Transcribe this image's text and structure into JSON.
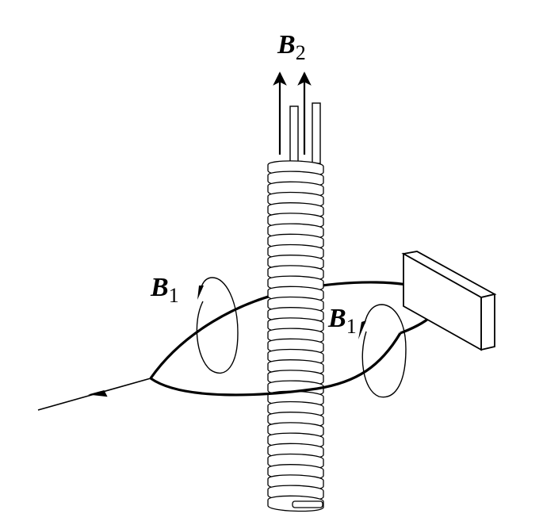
{
  "labels": {
    "b2": {
      "main": "B",
      "sub": "2"
    },
    "b1_left": {
      "main": "B",
      "sub": "1"
    },
    "b1_right": {
      "main": "B",
      "sub": "1"
    }
  },
  "colors": {
    "ink": "#000000",
    "background": "#ffffff",
    "coil_fill": "#ffffff"
  }
}
